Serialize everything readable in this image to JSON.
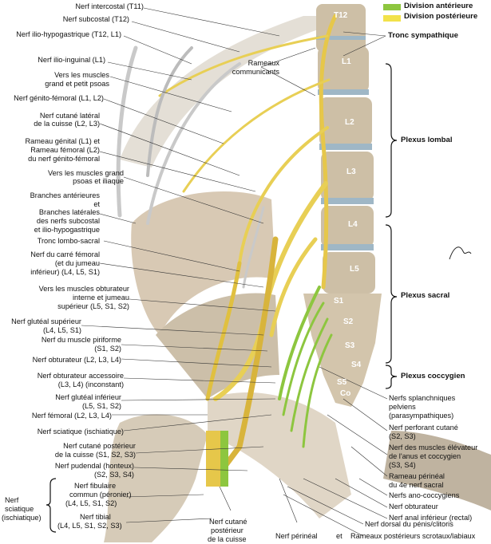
{
  "legend": {
    "anterior": {
      "label": "Division antérieure",
      "color": "#8dc63f"
    },
    "posterior": {
      "label": "Division postérieure",
      "color": "#f2e24a"
    }
  },
  "vertebrae": [
    "T12",
    "L1",
    "L2",
    "L3",
    "L4",
    "L5",
    "S1",
    "S2",
    "S3",
    "S4",
    "S5",
    "Co"
  ],
  "left_labels": [
    "Nerf intercostal (T11)",
    "Nerf subcostal (T12)",
    "Nerf ilio-hypogastrique (T12, L1)",
    "Nerf ilio-inguinal (L1)",
    "Vers les muscles",
    "grand et petit psoas",
    "Nerf génito-fémoral (L1, L2)",
    "Nerf cutané latéral",
    "de la cuisse (L2, L3)",
    "Rameau génital  (L1) et",
    "Rameau fémoral (L2)",
    "du nerf génito-fémoral",
    "Vers les muscles grand",
    "psoas et iliaque",
    "Branches antérieures",
    "et",
    "Branches latérales",
    "des nerfs subcostal",
    "et ilio-hypogastrique",
    "Tronc lombo-sacral",
    "Nerf du carré fémoral",
    "(et du jumeau",
    "inférieur) (L4, L5, S1)",
    "Vers les muscles obturateur",
    "interne et jumeau",
    "supérieur (L5, S1, S2)",
    "Nerf glutéal supérieur",
    "(L4, L5, S1)",
    "Nerf du muscle piriforme",
    "(S1, S2)",
    "Nerf obturateur (L2, L3, L4)",
    "Nerf obturateur accessoire",
    "(L3, L4) (inconstant)",
    "Nerf glutéal inférieur",
    "(L5, S1, S2)",
    "Nerf fémoral (L2, L3, L4)",
    "Nerf sciatique (ischiatique)",
    "Nerf cutané postérieur",
    "de la cuisse (S1, S2, S3)",
    "Nerf pudendal (honteux)",
    "(S2, S3, S4)",
    "Nerf fibulaire",
    "commun (péronier)",
    "(L4, L5, S1, S2)",
    "Nerf tibial",
    "(L4, L5, S1, S2, S3)",
    "Nerf",
    "sciatique",
    "(ischiatique)"
  ],
  "center_labels": [
    "Rameaux",
    "communicants",
    "Tronc sympathique"
  ],
  "right_labels": [
    "Plexus lombal",
    "Plexus sacral",
    "Plexus coccygien",
    "Nerfs splanchniques",
    "pelviens",
    "(parasympathiques)",
    "Nerf perforant cutané",
    "(S2, S3)",
    "Nerf des muscles élévateur",
    "de l'anus et coccygien",
    "(S3, S4)",
    "Rameau périnéal",
    "du 4e nerf sacral",
    "Nerfs ano-coccygiens",
    "Nerf obturateur",
    "Nerf anal inférieur (rectal)",
    "Nerf dorsal du pénis/clitoris"
  ],
  "bottom_labels": [
    "Nerf cutané",
    "postérieur",
    "de la cuisse",
    "Nerf périnéal",
    "et",
    "Rameaux postérieurs scrotaux/labiaux"
  ]
}
